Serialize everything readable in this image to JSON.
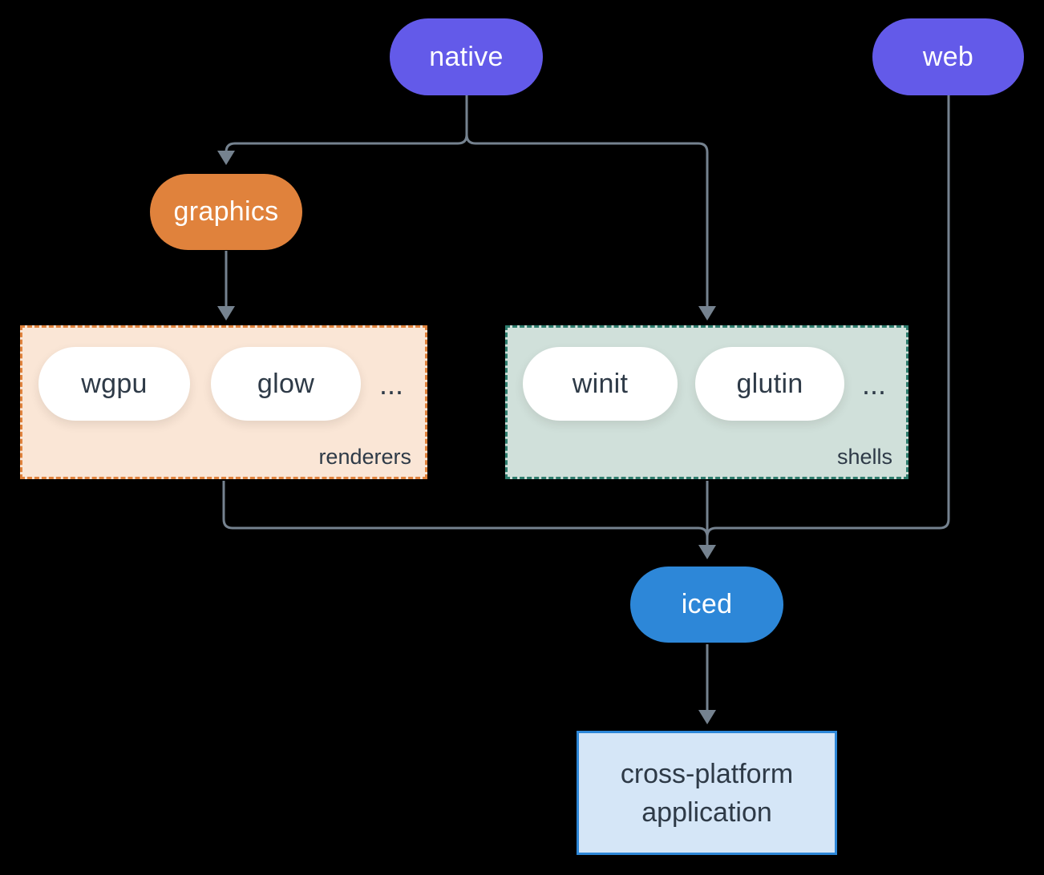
{
  "diagram": {
    "background_color": "#000000",
    "connector_color": "#75828F",
    "nodes": {
      "native": {
        "label": "native",
        "color": "#635AE9",
        "text_color": "#FFFFFF"
      },
      "web": {
        "label": "web",
        "color": "#635AE9",
        "text_color": "#FFFFFF"
      },
      "graphics": {
        "label": "graphics",
        "color": "#E0823C",
        "text_color": "#FFFFFF"
      },
      "iced": {
        "label": "iced",
        "color": "#2D87D8",
        "text_color": "#FFFFFF"
      },
      "wgpu": {
        "label": "wgpu",
        "color": "#FFFFFF",
        "text_color": "#2E3A47"
      },
      "glow": {
        "label": "glow",
        "color": "#FFFFFF",
        "text_color": "#2E3A47"
      },
      "winit": {
        "label": "winit",
        "color": "#FFFFFF",
        "text_color": "#2E3A47"
      },
      "glutin": {
        "label": "glutin",
        "color": "#FFFFFF",
        "text_color": "#2E3A47"
      }
    },
    "groups": {
      "renderers": {
        "label": "renderers",
        "ellipsis": "...",
        "fill": "#FAE6D6",
        "border_color": "#E0823C",
        "border_style": "dashed"
      },
      "shells": {
        "label": "shells",
        "ellipsis": "...",
        "fill": "#D0E0DA",
        "border_color": "#2E7D6E",
        "border_style": "dashed"
      }
    },
    "application": {
      "label": "cross-platform application",
      "fill": "#D5E6F7",
      "border_color": "#2D87D8",
      "text_color": "#2E3A47"
    },
    "edges": [
      {
        "from": "native",
        "to": "graphics"
      },
      {
        "from": "native",
        "to": "shells"
      },
      {
        "from": "graphics",
        "to": "renderers"
      },
      {
        "from": "renderers",
        "to": "iced"
      },
      {
        "from": "shells",
        "to": "iced"
      },
      {
        "from": "web",
        "to": "iced"
      },
      {
        "from": "iced",
        "to": "application"
      }
    ]
  }
}
